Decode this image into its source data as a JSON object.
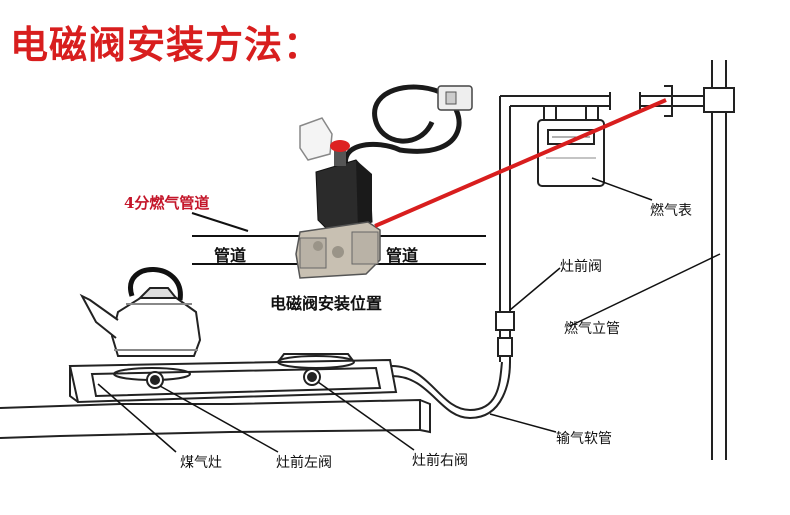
{
  "title": "电磁阀安装方法：",
  "labels": {
    "pipe_spec": "4分燃气管道",
    "pipe_left": "管道",
    "pipe_right": "管道",
    "valve_position": "电磁阀安装位置",
    "gas_meter": "燃气表",
    "stove_front_valve": "灶前阀",
    "gas_riser": "燃气立管",
    "hose": "输气软管",
    "gas_stove": "煤气灶",
    "left_valve": "灶前左阀",
    "right_valve": "灶前右阀"
  },
  "colors": {
    "accent_red": "#d81e1e",
    "line": "#222222",
    "valve_body": "#2b2b2b",
    "brass": "#b9b2a6"
  },
  "icons": [
    "solenoid-valve-icon",
    "kettle-icon",
    "gas-meter-icon",
    "gas-stove-icon"
  ]
}
